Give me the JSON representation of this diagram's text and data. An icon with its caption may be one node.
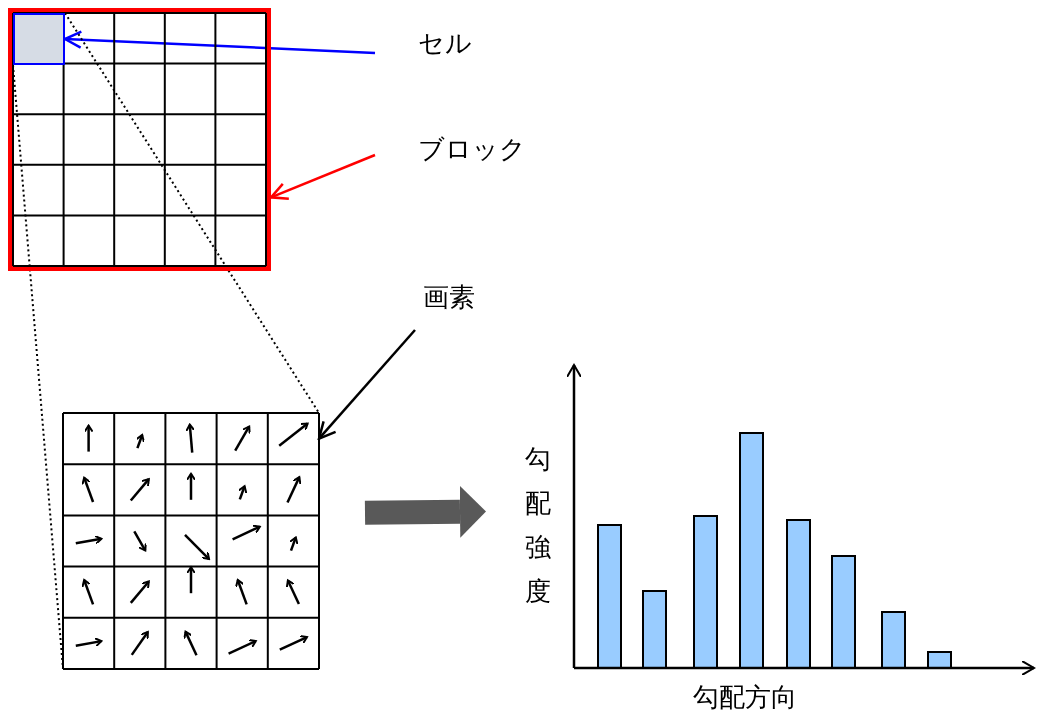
{
  "diagram": {
    "nodes": [
      {
        "text": [],
        "shape": "box"
      },
      {
        "text": [],
        "shape": "box",
        "in": 0
      },
      {
        "text": [
          "セル"
        ]
      },
      {
        "text": [
          "ブロック"
        ]
      },
      {
        "text": [
          "画素"
        ]
      },
      {
        "text": [],
        "shape": "picture"
      },
      {
        "text": [],
        "shape": "picture",
        "beside": [
          "勾配強度",
          "勾配方向"
        ]
      }
    ],
    "edges": [
      {
        "from": 2,
        "to": 1,
        "arrow": "to",
        "color": "#0000ff"
      },
      {
        "from": 3,
        "to": 0,
        "arrow": "to",
        "color": "#ff0000"
      },
      {
        "from": 4,
        "to": 5,
        "arrow": "to"
      },
      {
        "from": 1,
        "to": 5,
        "arrow": "none",
        "style": "dashed"
      },
      {
        "from": 1,
        "to": 5,
        "arrow": "none",
        "style": "dashed"
      },
      {
        "from": 5,
        "to": 6,
        "arrow": "to",
        "style": "thick",
        "color": "#595959"
      }
    ]
  }
}
